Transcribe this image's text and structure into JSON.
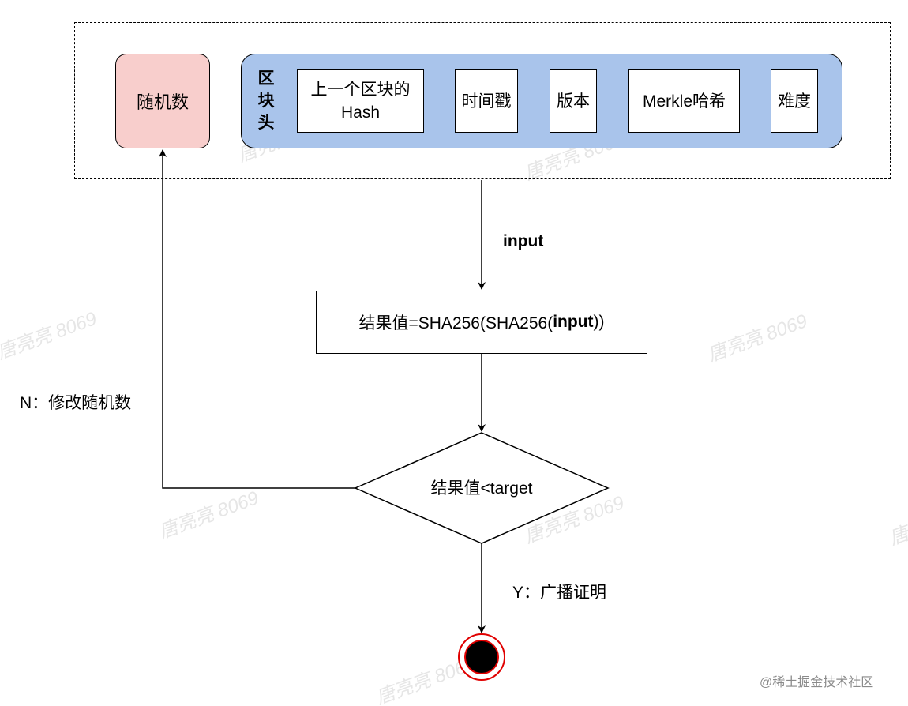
{
  "nonce": {
    "label": "随机数"
  },
  "block_header": {
    "label_chars": [
      "区",
      "块",
      "头"
    ],
    "fields": [
      {
        "line1": "上一个区块的",
        "line2": "Hash"
      },
      {
        "line1": "时间戳",
        "line2": ""
      },
      {
        "line1": "版本",
        "line2": ""
      },
      {
        "line1": "Merkle哈希",
        "line2": ""
      },
      {
        "line1": "难度",
        "line2": ""
      }
    ]
  },
  "input_label": "input",
  "process": {
    "prefix": "结果值=SHA256(SHA256(",
    "bold": "input",
    "suffix": "))"
  },
  "condition": {
    "label": "结果值<target"
  },
  "no_branch": {
    "label": "N：修改随机数"
  },
  "yes_branch": {
    "label": "Y：广播证明"
  },
  "watermark": "唐亮亮 8069",
  "credit": "@稀土掘金技术社区",
  "colors": {
    "nonce_fill": "#f8cecc",
    "header_fill": "#a9c4eb",
    "end_ring": "#e00000"
  }
}
